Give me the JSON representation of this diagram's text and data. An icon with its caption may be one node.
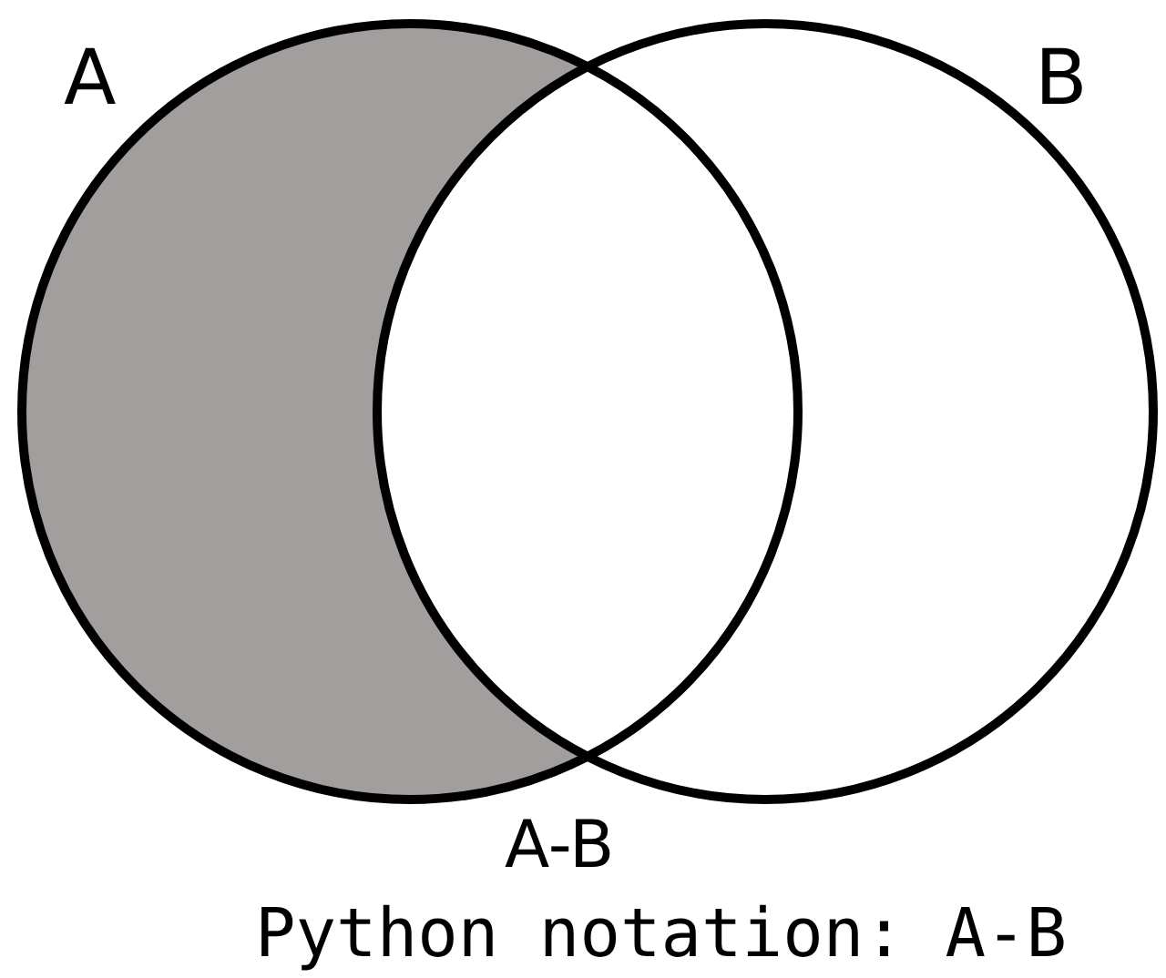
{
  "diagram": {
    "nodes": [
      {
        "text": [
          "A"
        ]
      },
      {
        "text": [
          "B"
        ]
      }
    ],
    "labels": [
      "A-B",
      "Python notation: A-B"
    ]
  }
}
